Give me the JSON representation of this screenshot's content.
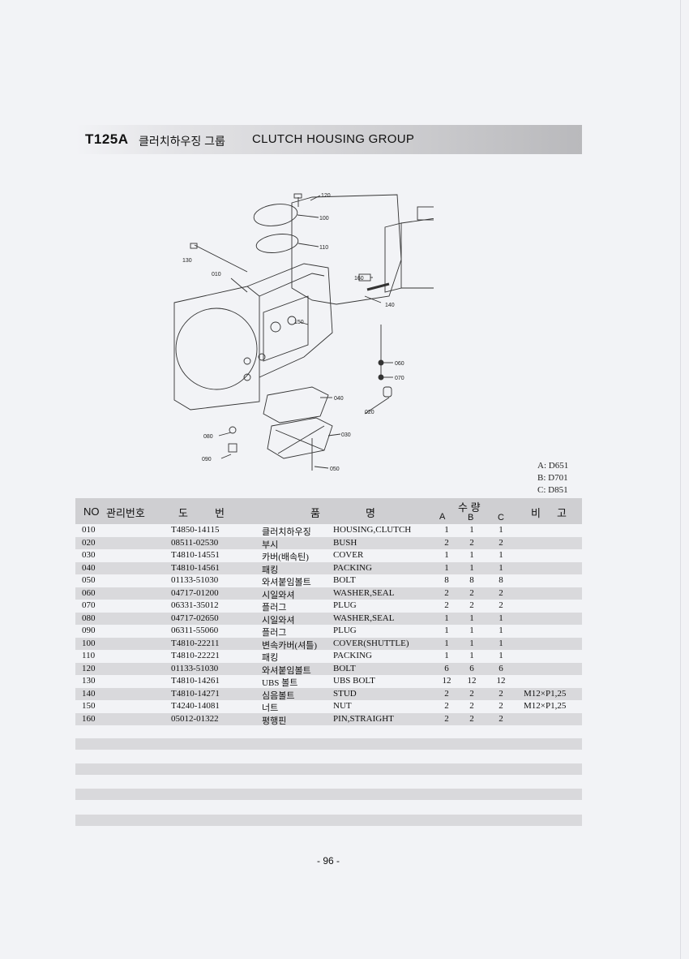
{
  "header": {
    "code": "T125A",
    "title_kr": "클러치하우징 그룹",
    "title_en": "CLUTCH HOUSING GROUP"
  },
  "diagram": {
    "callouts": [
      "120",
      "100",
      "110",
      "130",
      "010",
      "160",
      "140",
      "150",
      "060",
      "070",
      "040",
      "020",
      "030",
      "080",
      "090",
      "050"
    ]
  },
  "legend": [
    "A: D651",
    "B: D701",
    "C: D851"
  ],
  "table": {
    "headers": {
      "no": "NO",
      "mgmt": "관리번호",
      "do": "도",
      "beon": "번",
      "pum": "품",
      "myeong": "명",
      "qty": "수 량",
      "a": "A",
      "b": "B",
      "c": "C",
      "bi": "비",
      "go": "고"
    },
    "rows": [
      {
        "no": "010",
        "code": "T4850-14115",
        "kr": "클러치하우징",
        "en": "HOUSING,CLUTCH",
        "a": "1",
        "b": "1",
        "c": "1",
        "note": ""
      },
      {
        "no": "020",
        "code": "08511-02530",
        "kr": "부시",
        "en": "BUSH",
        "a": "2",
        "b": "2",
        "c": "2",
        "note": ""
      },
      {
        "no": "030",
        "code": "T4810-14551",
        "kr": "카버(배속틴)",
        "en": "COVER",
        "a": "1",
        "b": "1",
        "c": "1",
        "note": ""
      },
      {
        "no": "040",
        "code": "T4810-14561",
        "kr": "패킹",
        "en": "PACKING",
        "a": "1",
        "b": "1",
        "c": "1",
        "note": ""
      },
      {
        "no": "050",
        "code": "01133-51030",
        "kr": "와셔붙임볼트",
        "en": "BOLT",
        "a": "8",
        "b": "8",
        "c": "8",
        "note": ""
      },
      {
        "no": "060",
        "code": "04717-01200",
        "kr": "시일와셔",
        "en": "WASHER,SEAL",
        "a": "2",
        "b": "2",
        "c": "2",
        "note": ""
      },
      {
        "no": "070",
        "code": "06331-35012",
        "kr": "플러그",
        "en": "PLUG",
        "a": "2",
        "b": "2",
        "c": "2",
        "note": ""
      },
      {
        "no": "080",
        "code": "04717-02650",
        "kr": "시일와셔",
        "en": "WASHER,SEAL",
        "a": "1",
        "b": "1",
        "c": "1",
        "note": ""
      },
      {
        "no": "090",
        "code": "06311-55060",
        "kr": "플러그",
        "en": "PLUG",
        "a": "1",
        "b": "1",
        "c": "1",
        "note": ""
      },
      {
        "no": "100",
        "code": "T4810-22211",
        "kr": "변속카버(셔틀)",
        "en": "COVER(SHUTTLE)",
        "a": "1",
        "b": "1",
        "c": "1",
        "note": ""
      },
      {
        "no": "110",
        "code": "T4810-22221",
        "kr": "패킹",
        "en": "PACKING",
        "a": "1",
        "b": "1",
        "c": "1",
        "note": ""
      },
      {
        "no": "120",
        "code": "01133-51030",
        "kr": "와셔붙임볼트",
        "en": "BOLT",
        "a": "6",
        "b": "6",
        "c": "6",
        "note": ""
      },
      {
        "no": "130",
        "code": "T4810-14261",
        "kr": "UBS 볼트",
        "en": "UBS BOLT",
        "a": "12",
        "b": "12",
        "c": "12",
        "note": ""
      },
      {
        "no": "140",
        "code": "T4810-14271",
        "kr": "심음볼트",
        "en": "STUD",
        "a": "2",
        "b": "2",
        "c": "2",
        "note": "M12×P1,25"
      },
      {
        "no": "150",
        "code": "T4240-14081",
        "kr": "너트",
        "en": "NUT",
        "a": "2",
        "b": "2",
        "c": "2",
        "note": "M12×P1,25"
      },
      {
        "no": "160",
        "code": "05012-01322",
        "kr": "평행핀",
        "en": "PIN,STRAIGHT",
        "a": "2",
        "b": "2",
        "c": "2",
        "note": ""
      }
    ]
  },
  "page_number": "- 96 -"
}
